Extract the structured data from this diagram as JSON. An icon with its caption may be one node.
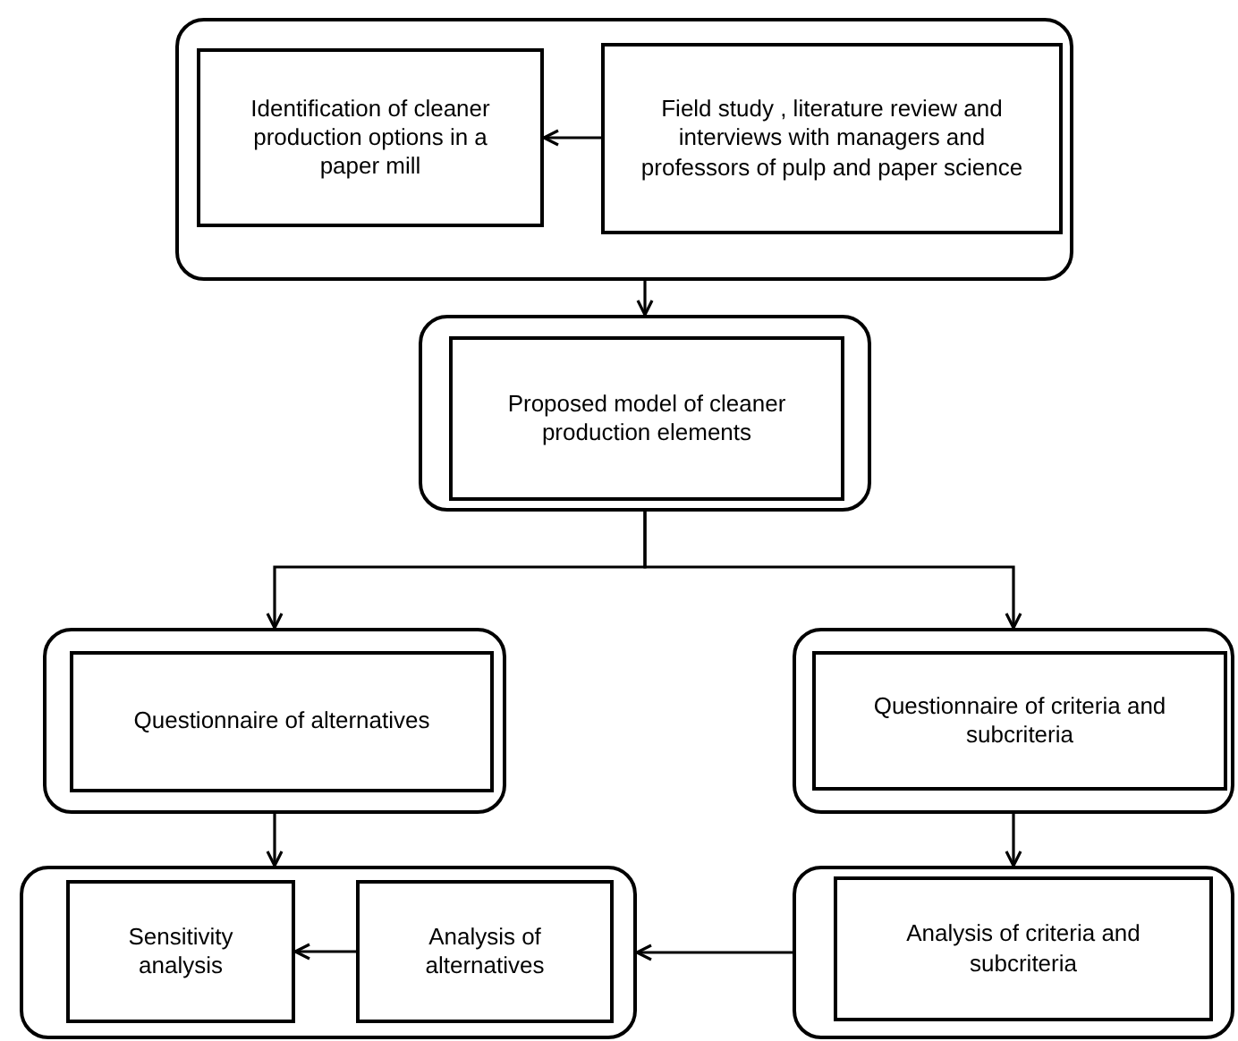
{
  "diagram": {
    "nodes": [
      {
        "text": [],
        "shape": "box"
      },
      {
        "text": [
          "Identification of cleaner production options in a paper mill"
        ],
        "in": 0
      },
      {
        "text": [
          "Field study , literature review and interviews with managers and professors of pulp and paper science"
        ],
        "in": 0
      },
      {
        "text": [],
        "shape": "box"
      },
      {
        "text": [
          "Proposed model of cleaner production elements"
        ],
        "in": 3
      },
      {
        "text": [],
        "shape": "box"
      },
      {
        "text": [
          "Questionnaire of alternatives"
        ],
        "in": 5
      },
      {
        "text": [],
        "shape": "box"
      },
      {
        "text": [
          "Questionnaire of criteria and subcriteria"
        ],
        "in": 7
      },
      {
        "text": [],
        "shape": "box"
      },
      {
        "text": [
          "Sensitivity analysis"
        ],
        "in": 9
      },
      {
        "text": [
          "Analysis of alternatives"
        ],
        "in": 9
      },
      {
        "text": [],
        "shape": "box"
      },
      {
        "text": [
          "Analysis of criteria and subcriteria"
        ],
        "in": 12
      }
    ],
    "edges": [
      {
        "from": 2,
        "to": 1,
        "arrow": "to"
      },
      {
        "from": 0,
        "to": 3,
        "arrow": "to"
      },
      {
        "from": 3,
        "to": 5,
        "arrow": "to"
      },
      {
        "from": 3,
        "to": 7,
        "arrow": "to"
      },
      {
        "from": 5,
        "to": 9,
        "arrow": "to"
      },
      {
        "from": 7,
        "to": 12,
        "arrow": "to"
      },
      {
        "from": 11,
        "to": 10,
        "arrow": "to"
      },
      {
        "from": 12,
        "to": 9,
        "arrow": "to"
      }
    ]
  }
}
